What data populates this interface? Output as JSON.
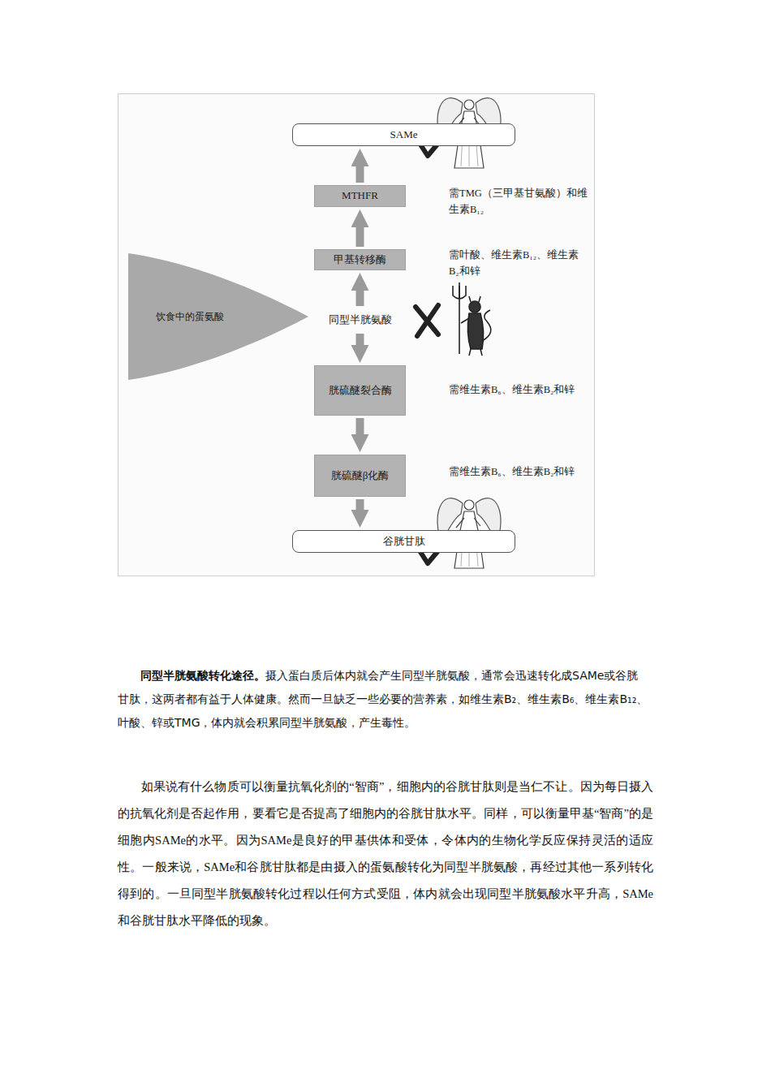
{
  "diagram": {
    "nodes": [
      {
        "text": [
          "SAMe"
        ]
      },
      {
        "text": [
          "MTHFR"
        ]
      },
      {
        "text": [
          "甲基转移酶"
        ]
      },
      {
        "text": [
          "饮食中的蛋氨酸"
        ]
      },
      {
        "text": [
          "同型半胱氨酸"
        ]
      },
      {
        "text": [
          "胱硫醚裂合酶"
        ]
      },
      {
        "text": [
          "胱硫醚β化酶"
        ]
      },
      {
        "text": [
          "谷胱甘肽"
        ]
      }
    ],
    "edges": [
      {
        "from": 1,
        "to": 0,
        "arrow": "to"
      },
      {
        "from": 2,
        "to": 1,
        "arrow": "to"
      },
      {
        "from": 4,
        "to": 2,
        "arrow": "to"
      },
      {
        "from": 4,
        "to": 5,
        "arrow": "to"
      },
      {
        "from": 5,
        "to": 6,
        "arrow": "to"
      },
      {
        "from": 6,
        "to": 7,
        "arrow": "to"
      }
    ],
    "labels": [
      "需TMG（三甲基甘氨酸）和维生素B₁₂",
      "需叶酸、维生素B₁₂、维生素B₂和锌",
      "需维生素B₆、维生素B₂和锌",
      "需维生素B₆、维生素B₂和锌",
      "同型半胱氨酸转化途径。",
      "摄入蛋白质后体内就会产生同型半胱氨酸，通常会迅速转化成SAMe或谷胱甘肽，这两者都有益于人体健康。然而一旦缺乏一些必要的营养素，如维生素B₂、维生素B₆、维生素B₁₂、叶酸、锌或TMG，体内就会积累同型半胱氨酸，产生毒性。",
      "如果说有什么物质可以衡量抗氧化剂的“智商”，细胞内的谷胱甘肽则是当仁不让。因为每日摄入的抗氧化剂是否起作用，要看它是否提高了细胞内的谷胱甘肽水平。同样，可以衡量甲基“智商”的是细胞内SAMe的水平。因为SAMe是良好的甲基供体和受体，令体内的生物化学反应保持灵活的适应性。一般来说，SAMe和谷胱甘肽都是由摄入的蛋氨酸转化为同型半胱氨酸，再经过其他一系列转化得到的。一旦同型半胱氨酸转化过程以任何方式受阻，体内就会出现同型半胱氨酸水平升高，SAMe和谷胱甘肽水平降低的现象。"
    ]
  }
}
